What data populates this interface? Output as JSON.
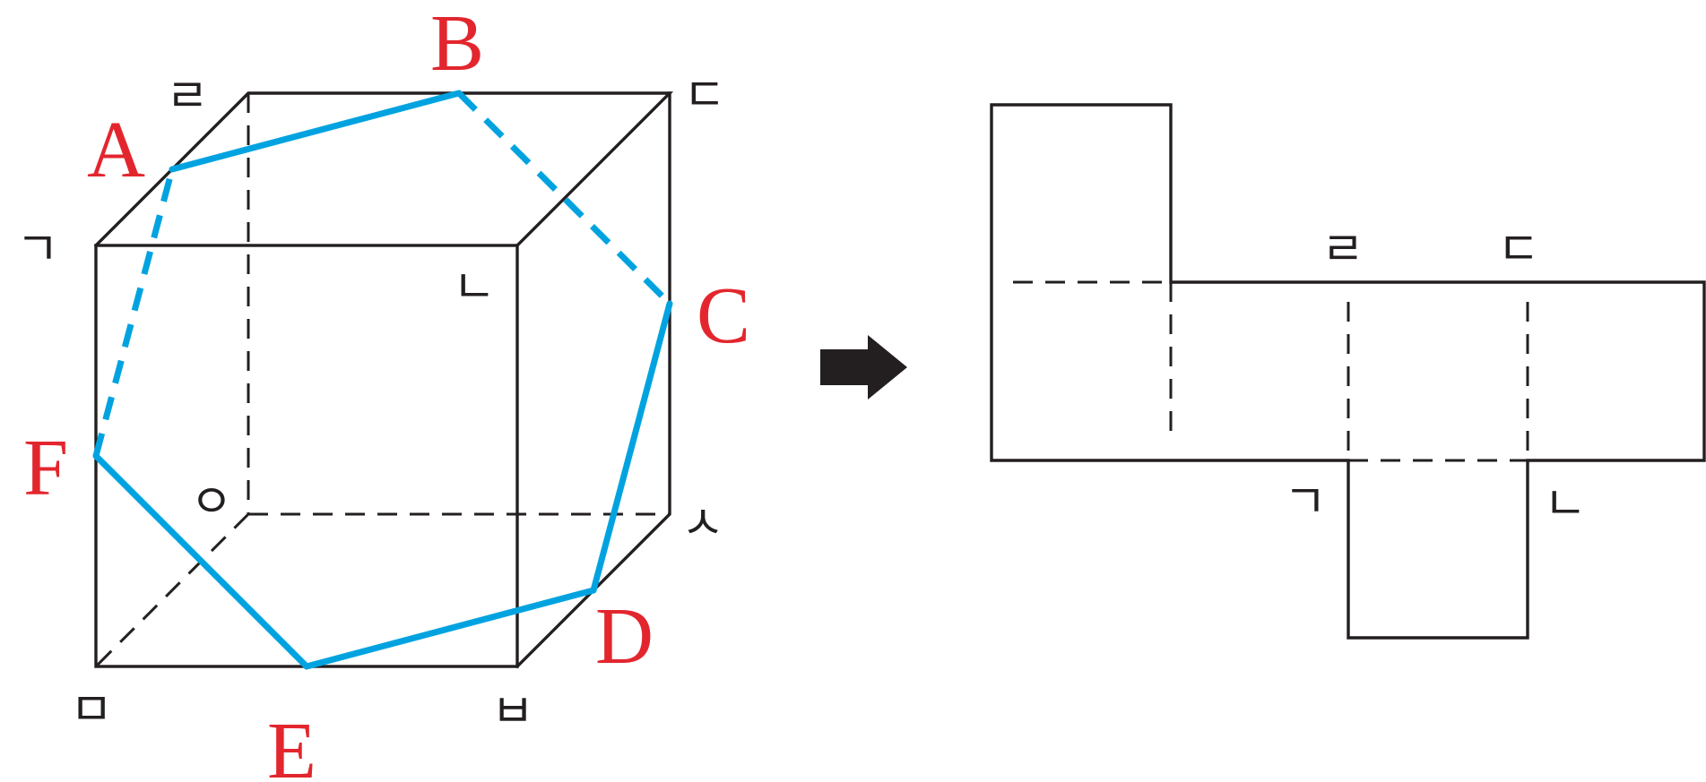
{
  "colors": {
    "edge": "#231f20",
    "section": "#00a3e0",
    "point_label": "#e3262e"
  },
  "cube": {
    "vertex_labels": {
      "g": "ㄱ",
      "n": "ㄴ",
      "d": "ㄷ",
      "r": "ㄹ",
      "m": "ㅁ",
      "b": "ㅂ",
      "s": "ㅅ",
      "o": "ㅇ"
    },
    "section_points": [
      "A",
      "B",
      "C",
      "D",
      "E",
      "F"
    ]
  },
  "arrow_icon": "right-arrow-icon",
  "net": {
    "vertex_labels": {
      "r": "ㄹ",
      "d": "ㄷ",
      "g": "ㄱ",
      "n": "ㄴ"
    }
  }
}
